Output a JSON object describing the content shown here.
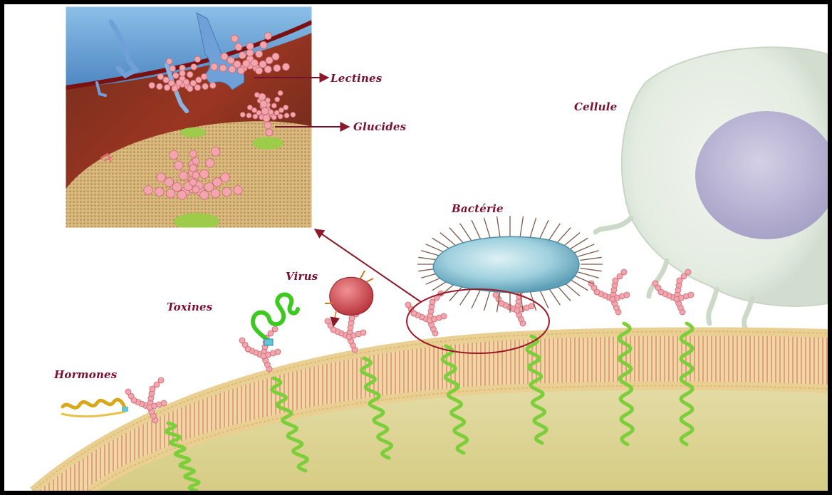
{
  "labels": {
    "lectines": "Lectines",
    "glucides": "Glucides",
    "cellule": "Cellule",
    "bacterie": "Bactérie",
    "virus": "Virus",
    "toxines": "Toxines",
    "hormones": "Hormones"
  },
  "colors": {
    "frame": "#000000",
    "label_text": "#7a1030",
    "arrow": "#8a1a2a",
    "membrane": "#e6cf8e",
    "cytoplasm": "#ddd79a",
    "receptor_helix": "#7ccf3a",
    "glycan_chain": "#f2a5ad",
    "inset_cell_red": "#a01f1f",
    "inset_sky": "#5f9cd4",
    "bacterium": "#8ec6d8",
    "virus": "#d4454a",
    "toxin_coil": "#4fd62e",
    "hormone": "#e2b52e",
    "neighbor_cell": "#e7efe6",
    "neighbor_nucleus": "#b9b5d5"
  },
  "icons": [
    "arrow-right-icon",
    "magnify-arrow-icon"
  ]
}
